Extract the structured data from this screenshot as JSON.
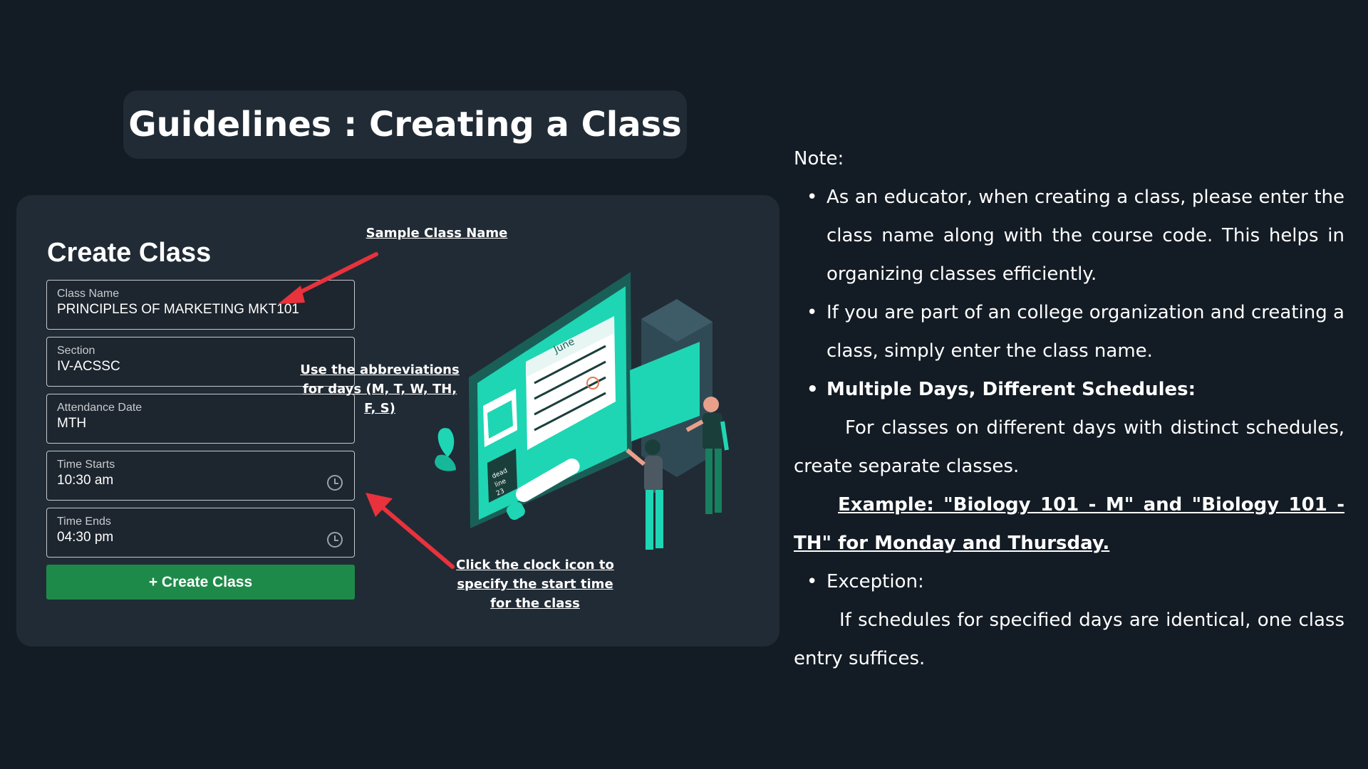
{
  "title": "Guidelines : Creating a Class",
  "form": {
    "heading": "Create Class",
    "fields": [
      {
        "label": "Class Name",
        "value": "PRINCIPLES OF MARKETING MKT101"
      },
      {
        "label": "Section",
        "value": "IV-ACSSC"
      },
      {
        "label": "Attendance Date",
        "value": "MTH"
      },
      {
        "label": "Time Starts",
        "value": "10:30 am",
        "icon": "clock-icon"
      },
      {
        "label": "Time Ends",
        "value": "04:30 pm",
        "icon": "clock-icon"
      }
    ],
    "button_label": "+ Create Class",
    "button_color": "#1e8a49"
  },
  "annotations": {
    "sample_class_name": "Sample Class Name",
    "abbreviations": [
      "Use the abbreviations",
      "for days (M, T, W, TH,",
      "F, S)"
    ],
    "clock_hint": [
      "Click the clock icon to",
      "specify the start time",
      "for the class"
    ],
    "arrow_color": "#e8323c"
  },
  "illustration": {
    "calendar_month": "June",
    "note_text": [
      "dead",
      "line",
      "23"
    ],
    "accent_color": "#1ed6b4"
  },
  "notes": {
    "label": "Note:",
    "bullet1": "As an educator, when creating a class, please enter the class name along with the course code. This helps in organizing classes efficiently.",
    "bullet2": "If you are part of an college organization and creating a class, simply enter the class name.",
    "bullet3": "Multiple Days, Different Schedules:",
    "para1": "For classes on different days with distinct schedules, create separate classes.",
    "example": "Example: \"Biology 101 - M\" and \"Biology 101 - TH\" for Monday and Thursday.",
    "bullet4": "Exception:",
    "para2": "If schedules for specified days are identical, one class entry suffices."
  }
}
